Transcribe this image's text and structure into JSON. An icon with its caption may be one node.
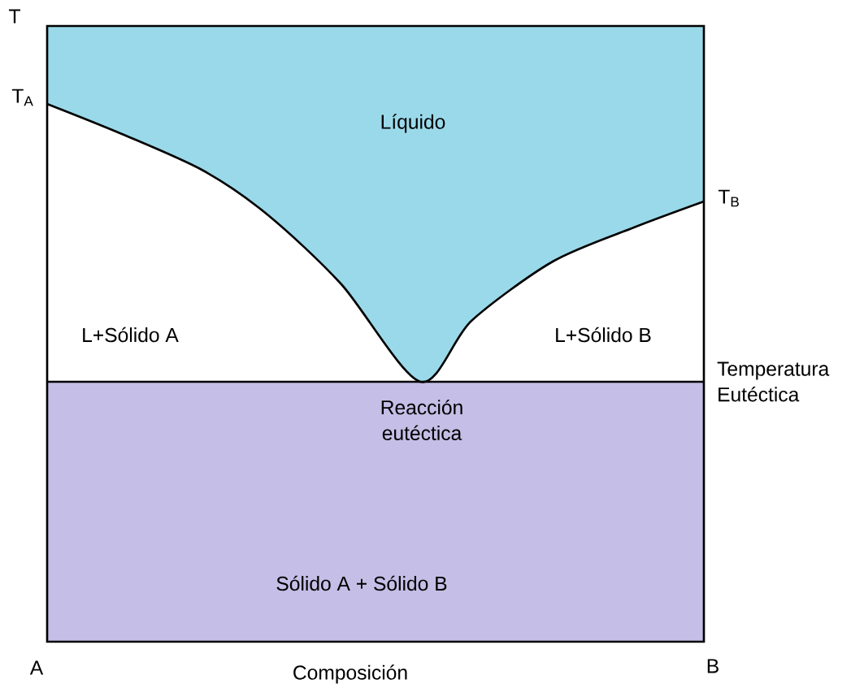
{
  "diagram": {
    "labels": [
      "T",
      "T$_{A}$",
      "Líquido",
      "T$_{B}$",
      "L+Sólido A",
      "L+Sólido B",
      "Temperatura Eutéctica",
      "Reacción eutéctica",
      "Sólido A + Sólido B",
      "A",
      "Composición",
      "B"
    ]
  }
}
